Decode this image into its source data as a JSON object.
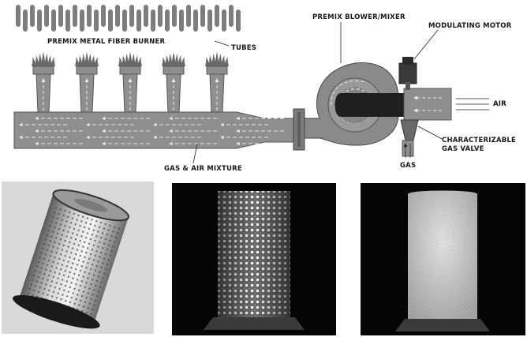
{
  "diagram": {
    "labels": {
      "burner": "PREMIX METAL FIBER BURNER",
      "tubes": "TUBES",
      "blower": "PREMIX BLOWER/MIXER",
      "motor": "MODULATING MOTOR",
      "air": "AIR",
      "valve_line1": "CHARACTERIZABLE",
      "valve_line2": "GAS VALVE",
      "gas": "GAS",
      "mixture": "GAS & AIR MIXTURE"
    },
    "colors": {
      "duct": "#8f8f8f",
      "duct_dark": "#6e6e6e",
      "tube": "#7d7d7d",
      "flame": "#6a6a6a",
      "flow_arrow": "#e8e8e8",
      "background": "#ffffff"
    }
  },
  "photos": [
    {
      "name": "cylindrical-burner-photo",
      "background": "#d9d9d9"
    },
    {
      "name": "burner-glow-radiant-photo",
      "background": "#050505"
    },
    {
      "name": "burner-glow-blue-flame-photo",
      "background": "#050505"
    }
  ]
}
